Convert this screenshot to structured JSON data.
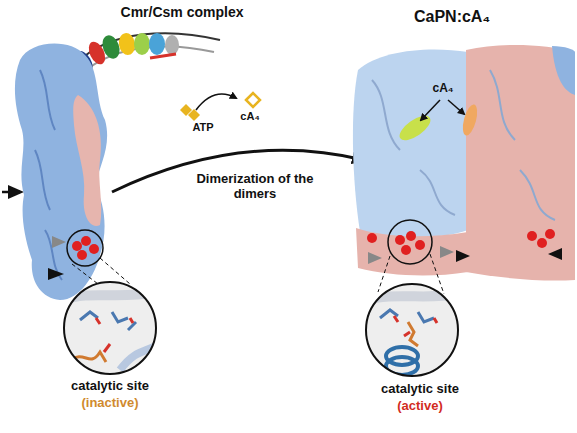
{
  "diagram": {
    "labels": [
      "Cmr/Csm complex",
      "ATP",
      "cA₄",
      "CaPN:cA₄",
      "cA₄",
      "Dimerization of the dimers",
      "catalytic site",
      "(inactive)",
      "catalytic site",
      "(active)"
    ]
  }
}
